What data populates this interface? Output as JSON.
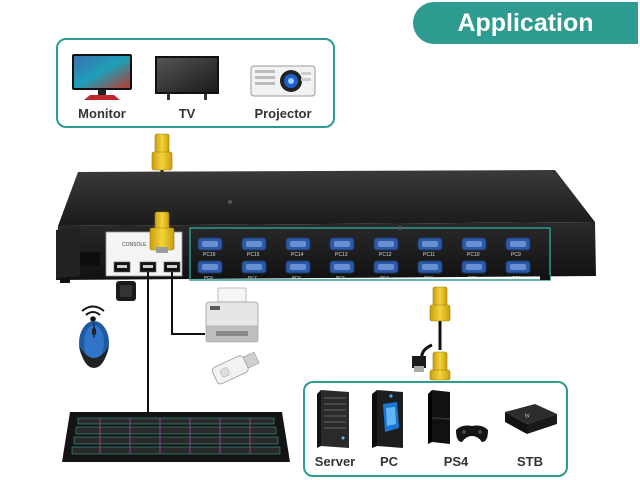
{
  "banner": {
    "title": "Application"
  },
  "outputs": [
    {
      "label": "Monitor",
      "icon": "monitor-icon"
    },
    {
      "label": "TV",
      "icon": "tv-icon"
    },
    {
      "label": "Projector",
      "icon": "projector-icon"
    }
  ],
  "inputs": [
    {
      "label": "Server",
      "icon": "server-icon"
    },
    {
      "label": "PC",
      "icon": "pc-tower-icon"
    },
    {
      "label": "PS4",
      "icon": "ps4-icon"
    },
    {
      "label": "STB",
      "icon": "stb-icon"
    }
  ],
  "kvm": {
    "console_label": "CONSOLE",
    "ports_top": [
      "PC16",
      "PC15",
      "PC14",
      "PC13",
      "PC12",
      "PC11",
      "PC10",
      "PC9"
    ],
    "ports_bottom": [
      "PC8",
      "PC7",
      "PC6",
      "PC5",
      "PC4",
      "PC3",
      "PC2",
      "PC1"
    ]
  },
  "colors": {
    "accent": "#2d9b8f",
    "cable": "#e8c21c",
    "device": "#1c1c1c"
  }
}
